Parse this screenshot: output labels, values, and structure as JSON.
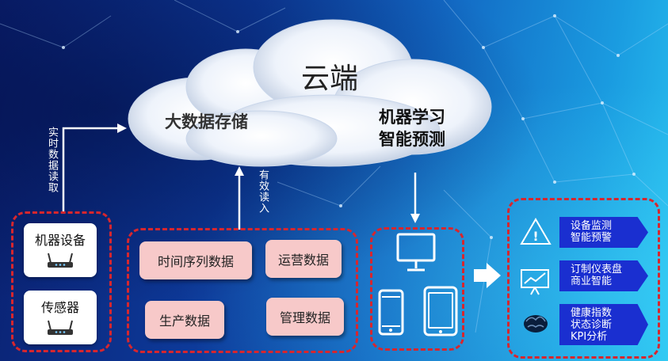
{
  "cloud": {
    "title": "云端",
    "left_label": "大数据存储",
    "right_label_line1": "机器学习",
    "right_label_line2": "智能预测"
  },
  "arrows": {
    "realtime_read": "实时数据读取",
    "effective_read": "有效读入"
  },
  "devices": {
    "machine": "机器设备",
    "sensor": "传感器"
  },
  "data_types": {
    "time_series": "时间序列数据",
    "operations": "运营数据",
    "production": "生产数据",
    "management": "管理数据"
  },
  "outputs": [
    {
      "line1": "设备监测",
      "line2": "智能预警",
      "line3": "",
      "icon": "warning-icon"
    },
    {
      "line1": "订制仪表盘",
      "line2": "商业智能",
      "line3": "",
      "icon": "chart-board-icon"
    },
    {
      "line1": "健康指数",
      "line2": "状态诊断",
      "line3": "KPI分析",
      "icon": "brain-icon"
    }
  ],
  "colors": {
    "dash": "#d8262d",
    "banner": "#1a2fd0",
    "pink_box": "#f7c9c9"
  }
}
